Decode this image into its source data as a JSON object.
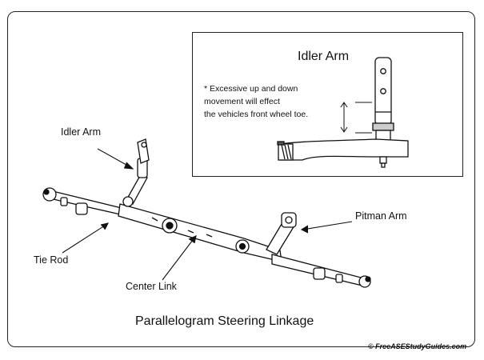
{
  "diagram": {
    "caption": "Parallelogram Steering Linkage",
    "labels": {
      "idler_arm": "Idler Arm",
      "pitman_arm": "Pitman Arm",
      "tie_rod": "Tie Rod",
      "center_link": "Center Link"
    },
    "inset": {
      "title": "Idler Arm",
      "note_lines": [
        "* Excessive up and down",
        "movement will effect",
        "the vehicles front wheel toe."
      ]
    },
    "copyright": "© FreeASEStudyGuides.com"
  }
}
